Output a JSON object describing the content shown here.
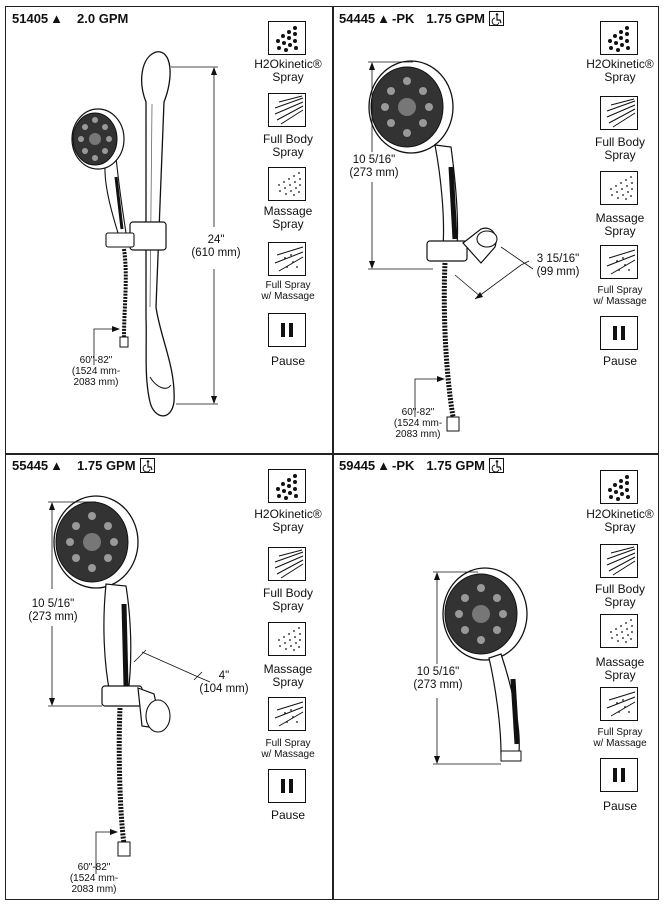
{
  "quadrants": [
    {
      "model": "51405",
      "suffix": "",
      "flow": "2.0 GPM",
      "ada": false,
      "dim_main": [
        "24\"",
        "(610 mm)"
      ],
      "dim_reach": null,
      "hose": [
        "60\"-82\"",
        "(1524 mm-",
        "2083 mm)"
      ]
    },
    {
      "model": "54445",
      "suffix": "-PK",
      "flow": "1.75 GPM",
      "ada": true,
      "dim_main": [
        "10 5/16\"",
        "(273 mm)"
      ],
      "dim_reach": [
        "3 15/16\"",
        "(99 mm)"
      ],
      "hose": [
        "60\"-82\"",
        "(1524 mm-",
        "2083 mm)"
      ]
    },
    {
      "model": "55445",
      "suffix": "",
      "flow": "1.75 GPM",
      "ada": true,
      "dim_main": [
        "10 5/16\"",
        "(273 mm)"
      ],
      "dim_reach": [
        "4\"",
        "(104 mm)"
      ],
      "hose": [
        "60\"-82\"",
        "(1524 mm-",
        "2083 mm)"
      ]
    },
    {
      "model": "59445",
      "suffix": "-PK",
      "flow": "1.75 GPM",
      "ada": true,
      "dim_main": [
        "10 5/16\"",
        "(273 mm)"
      ],
      "dim_reach": null,
      "hose": null
    }
  ],
  "triangle": "▲",
  "spray_icons": [
    {
      "name": "h2okinetic",
      "label1": "H2Okinetic®",
      "label2": "Spray"
    },
    {
      "name": "full-body",
      "label1": "Full Body",
      "label2": "Spray"
    },
    {
      "name": "massage",
      "label1": "Massage",
      "label2": "Spray"
    },
    {
      "name": "full-spray-massage",
      "label1": "Full Spray",
      "label2": "w/ Massage"
    },
    {
      "name": "pause",
      "label1": "Pause",
      "label2": ""
    }
  ]
}
